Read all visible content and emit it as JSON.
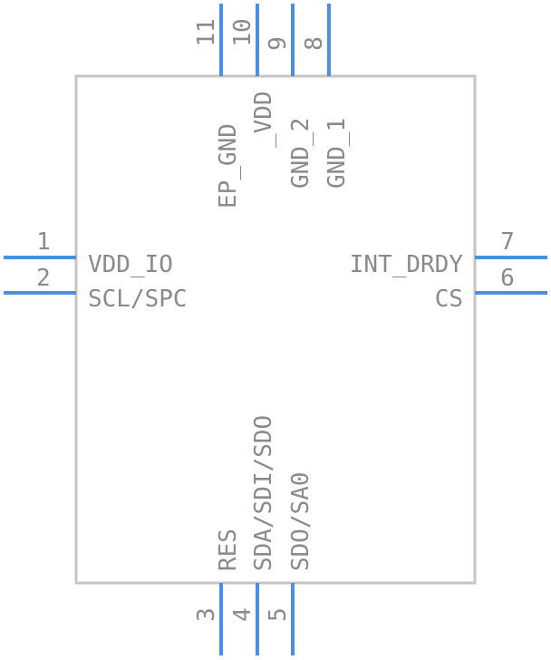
{
  "component": {
    "pins": [
      {
        "number": "1",
        "name": "VDD_IO"
      },
      {
        "number": "2",
        "name": "SCL/SPC"
      },
      {
        "number": "3",
        "name": "RES"
      },
      {
        "number": "4",
        "name": "SDA/SDI/SDO"
      },
      {
        "number": "5",
        "name": "SDO/SA0"
      },
      {
        "number": "6",
        "name": "CS"
      },
      {
        "number": "7",
        "name": "INT_DRDY"
      },
      {
        "number": "8",
        "name": "GND_1"
      },
      {
        "number": "9",
        "name": "GND_2"
      },
      {
        "number": "10",
        "name": "_VDD"
      },
      {
        "number": "11",
        "name": "EP_GND"
      }
    ]
  },
  "colors": {
    "pin": "#4a8fe0",
    "outline": "#c4c4c4",
    "text": "#8a8a8a"
  }
}
